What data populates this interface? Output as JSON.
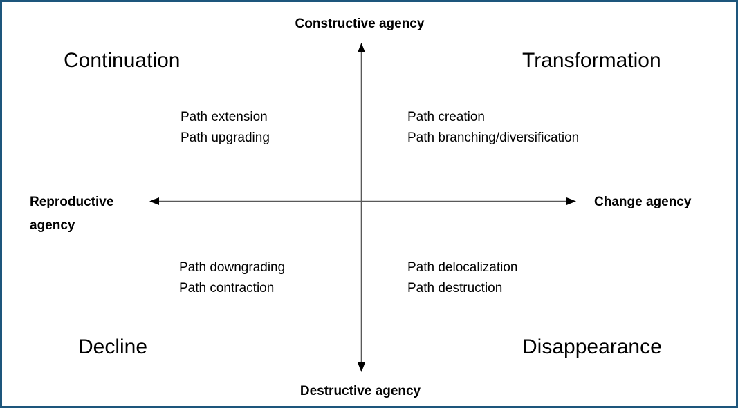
{
  "frame": {
    "border_color": "#1d567c",
    "background_color": "#ffffff"
  },
  "axes": {
    "top_label": "Constructive agency",
    "bottom_label": "Destructive agency",
    "left_label": "Reproductive agency",
    "right_label": "Change agency",
    "line_color": "#595959",
    "arrowhead_color": "#000000"
  },
  "quadrants": {
    "top_left": {
      "title": "Continuation",
      "items": [
        "Path extension",
        "Path upgrading"
      ]
    },
    "top_right": {
      "title": "Transformation",
      "items": [
        "Path creation",
        "Path branching/diversification"
      ]
    },
    "bottom_left": {
      "title": "Decline",
      "items": [
        "Path downgrading",
        "Path contraction"
      ]
    },
    "bottom_right": {
      "title": "Disappearance",
      "items": [
        "Path delocalization",
        "Path destruction"
      ]
    }
  }
}
